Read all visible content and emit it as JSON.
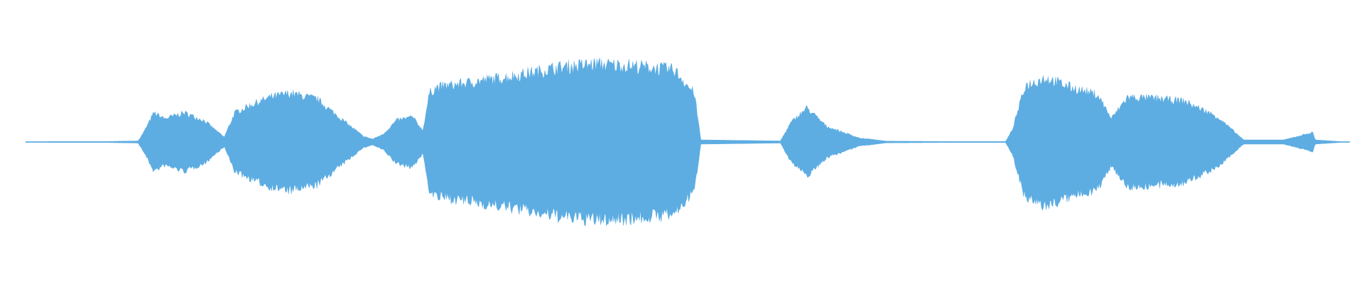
{
  "waveform": {
    "color": "#5dade2",
    "background": "#ffffff",
    "duration_s": 10.0,
    "amplitude_range": [
      -1.0,
      1.0
    ],
    "envelope": [
      [
        0.0,
        0.0
      ],
      [
        0.2,
        0.005
      ],
      [
        0.6,
        0.005
      ],
      [
        0.85,
        0.01
      ],
      [
        0.9,
        0.12
      ],
      [
        0.97,
        0.3
      ],
      [
        1.05,
        0.24
      ],
      [
        1.2,
        0.3
      ],
      [
        1.35,
        0.22
      ],
      [
        1.5,
        0.05
      ],
      [
        1.58,
        0.3
      ],
      [
        1.7,
        0.38
      ],
      [
        1.85,
        0.46
      ],
      [
        2.0,
        0.5
      ],
      [
        2.2,
        0.44
      ],
      [
        2.4,
        0.22
      ],
      [
        2.55,
        0.06
      ],
      [
        2.62,
        0.03
      ],
      [
        2.7,
        0.08
      ],
      [
        2.8,
        0.22
      ],
      [
        2.92,
        0.26
      ],
      [
        3.0,
        0.12
      ],
      [
        3.05,
        0.5
      ],
      [
        3.1,
        0.56
      ],
      [
        3.2,
        0.58
      ],
      [
        3.4,
        0.62
      ],
      [
        3.7,
        0.68
      ],
      [
        4.0,
        0.76
      ],
      [
        4.3,
        0.8
      ],
      [
        4.6,
        0.78
      ],
      [
        4.9,
        0.74
      ],
      [
        5.05,
        0.5
      ],
      [
        5.1,
        0.02
      ],
      [
        5.7,
        0.01
      ],
      [
        5.78,
        0.2
      ],
      [
        5.9,
        0.35
      ],
      [
        6.05,
        0.16
      ],
      [
        6.3,
        0.04
      ],
      [
        6.5,
        0.008
      ],
      [
        7.0,
        0.005
      ],
      [
        7.4,
        0.005
      ],
      [
        7.45,
        0.12
      ],
      [
        7.55,
        0.58
      ],
      [
        7.7,
        0.66
      ],
      [
        7.9,
        0.56
      ],
      [
        8.1,
        0.48
      ],
      [
        8.2,
        0.24
      ],
      [
        8.32,
        0.46
      ],
      [
        8.5,
        0.45
      ],
      [
        8.75,
        0.42
      ],
      [
        9.0,
        0.26
      ],
      [
        9.2,
        0.02
      ],
      [
        9.5,
        0.02
      ],
      [
        9.72,
        0.1
      ],
      [
        9.74,
        0.02
      ],
      [
        9.92,
        0.005
      ],
      [
        10.0,
        0.0
      ]
    ]
  }
}
